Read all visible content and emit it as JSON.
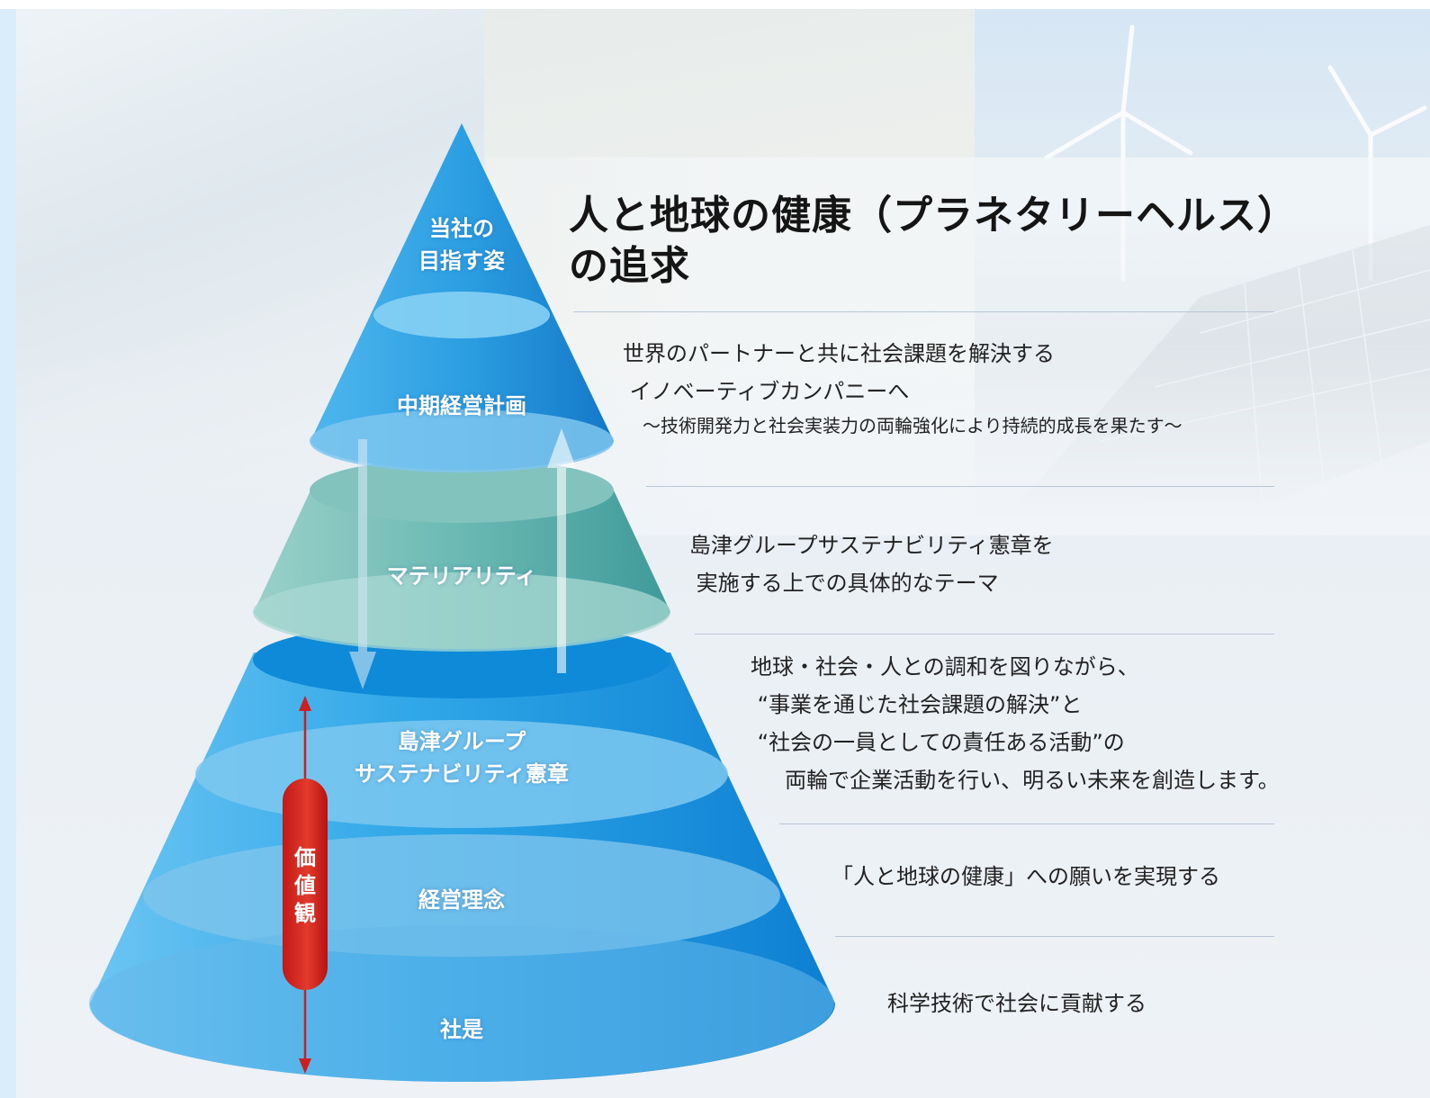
{
  "title": {
    "line1": "人と地球の健康（プラネタリーヘルス）",
    "line2": "の追求"
  },
  "pyramid_layers": [
    {
      "id": "vision",
      "label_lines": [
        "当社の",
        "目指す姿"
      ],
      "color": "#1f93d8"
    },
    {
      "id": "mid_term_plan",
      "label_lines": [
        "中期経営計画"
      ],
      "color": "#1f93d8"
    },
    {
      "id": "materiality",
      "label_lines": [
        "マテリアリティ"
      ],
      "color": "#5fb0ab"
    },
    {
      "id": "charter",
      "label_lines": [
        "島津グループ",
        "サステナビリティ憲章"
      ],
      "color": "#2aa4e6"
    },
    {
      "id": "philosophy",
      "label_lines": [
        "経営理念"
      ],
      "color": "#2aa4e6"
    },
    {
      "id": "motto",
      "label_lines": [
        "社是"
      ],
      "color": "#2aa4e6"
    }
  ],
  "descriptions": [
    {
      "id": "mid_term_plan",
      "lines": [
        "世界のパートナーと共に社会課題を解決する",
        " イノベーティブカンパニーへ"
      ],
      "sub": "～技術開発力と社会実装力の両輪強化により持続的成長を果たす～"
    },
    {
      "id": "materiality",
      "lines": [
        "島津グループサステナビリティ憲章を",
        " 実施する上での具体的なテーマ"
      ]
    },
    {
      "id": "charter",
      "lines": [
        "地球・社会・人との調和を図りながら、",
        " “事業を通じた社会課題の解決”と",
        " “社会の一員としての責任ある活動”の",
        "     両輪で企業活動を行い、明るい未来を創造します。"
      ]
    },
    {
      "id": "philosophy",
      "lines": [
        "「人と地球の健康」への願いを実現する"
      ]
    },
    {
      "id": "motto",
      "lines": [
        "科学技術で社会に貢献する"
      ]
    }
  ],
  "values_badge": {
    "chars": [
      "価",
      "値",
      "観"
    ],
    "color": "#d42a22"
  },
  "colors": {
    "accent_blue": "#1f93d8",
    "teal": "#5fb0ab",
    "value_red": "#d42a22",
    "text": "#151515"
  }
}
